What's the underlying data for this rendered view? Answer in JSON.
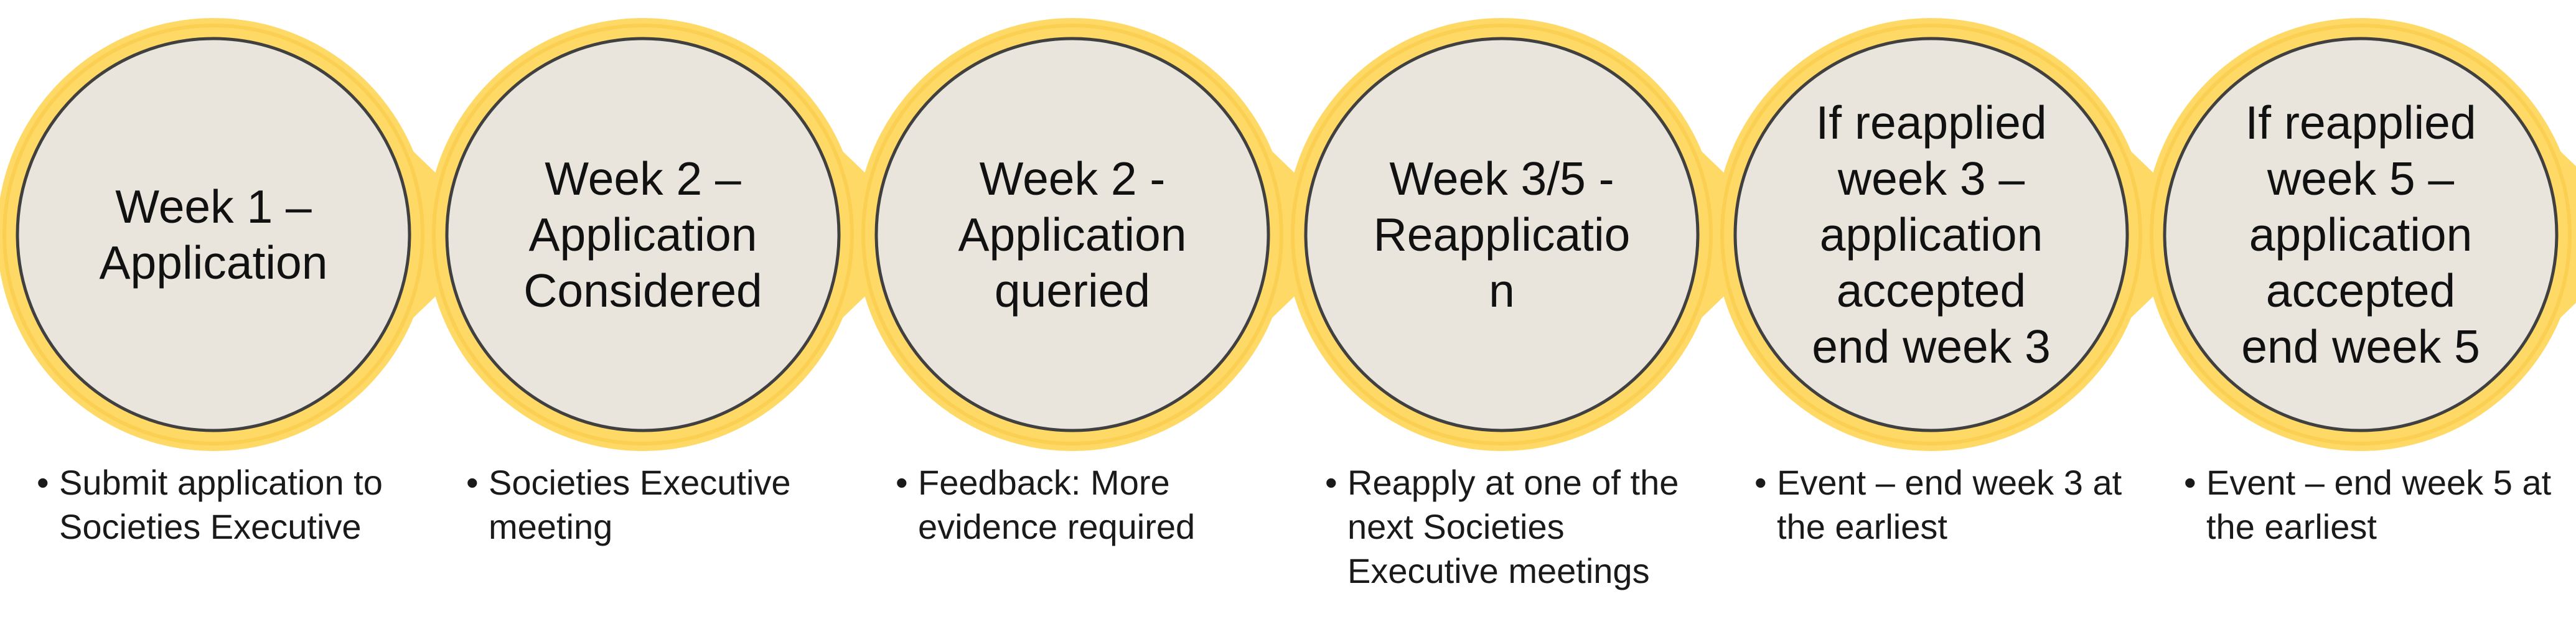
{
  "steps": [
    {
      "title_lines": [
        "Week 1 –",
        "Application"
      ],
      "details": [
        "Submit application to Societies Executive"
      ]
    },
    {
      "title_lines": [
        "Week 2 –",
        "Application",
        "Considered"
      ],
      "details": [
        "Societies Executive meeting"
      ]
    },
    {
      "title_lines": [
        "Week 2 -",
        "Application",
        "queried"
      ],
      "details": [
        "Feedback: More evidence required"
      ]
    },
    {
      "title_lines": [
        "Week 3/5 -",
        "Reapplicatio",
        "n"
      ],
      "details": [
        "Reapply at one of the next Societies Executive meetings"
      ]
    },
    {
      "title_lines": [
        "If reapplied",
        "week 3 –",
        "application",
        "accepted",
        "end week 3"
      ],
      "details": [
        "Event – end week 3 at the earliest"
      ]
    },
    {
      "title_lines": [
        "If reapplied",
        "week 5 –",
        "application",
        "accepted",
        "end week 5"
      ],
      "details": [
        "Event – end week 5 at the earliest"
      ]
    }
  ],
  "colors": {
    "accent": "#FFD966",
    "accent_dark": "#F4BD2F",
    "circle_fill": "#E9E5DC",
    "circle_stroke": "#404040",
    "text": "#111111"
  }
}
